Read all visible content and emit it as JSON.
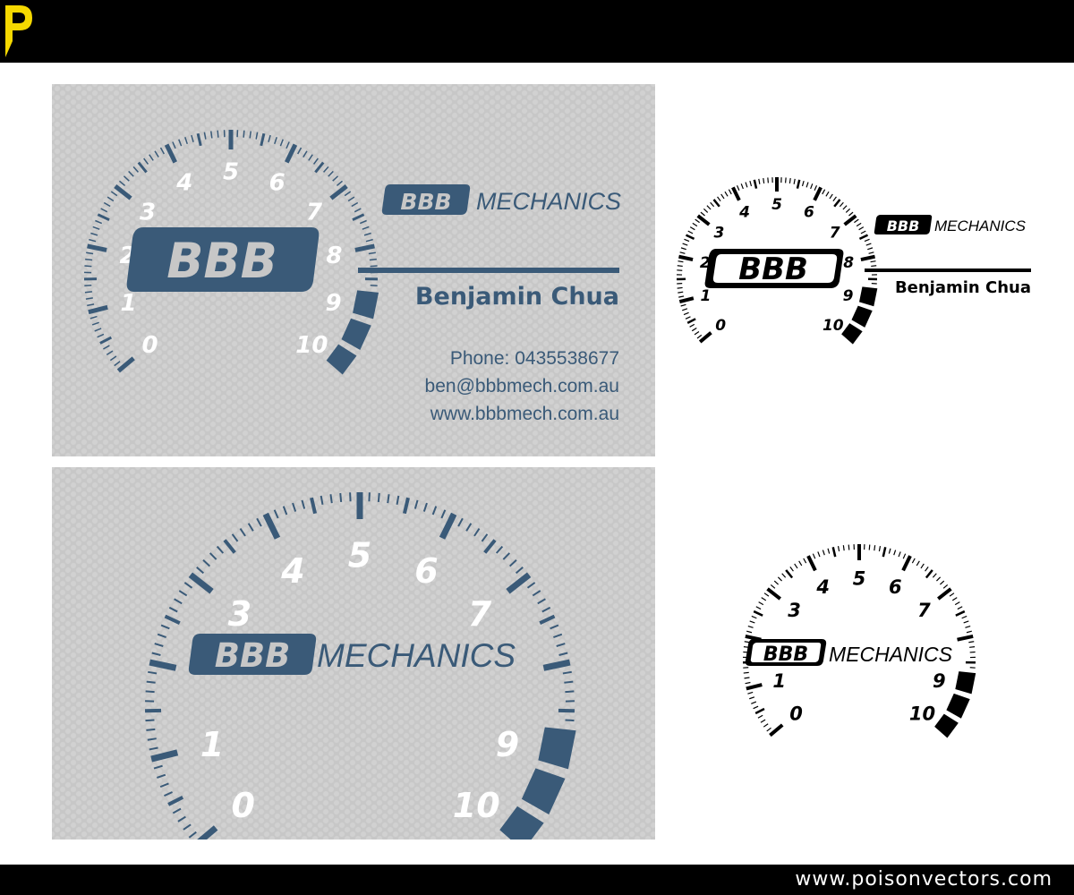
{
  "brand": {
    "logo_text": "BBB",
    "company_name": "MECHANICS",
    "watermark": "www.poisonvectors.com"
  },
  "contact": {
    "name": "Benjamin Chua",
    "phone": "Phone: 0435538677",
    "email": "ben@bbbmech.com.au",
    "website": "www.bbbmech.com.au"
  },
  "gauge": {
    "labels": [
      "0",
      "1",
      "2",
      "3",
      "4",
      "5",
      "6",
      "7",
      "8",
      "9",
      "10"
    ],
    "back_labels": [
      "0",
      "1",
      "3",
      "4",
      "5",
      "6",
      "7",
      "9",
      "10"
    ]
  },
  "colors": {
    "card_bg": "#c7c7c7",
    "brand_blue": "#3a5a78",
    "number_white": "#ffffff",
    "mono": "#000000",
    "bars": "#000000",
    "accent_logo": "#f5d800"
  }
}
